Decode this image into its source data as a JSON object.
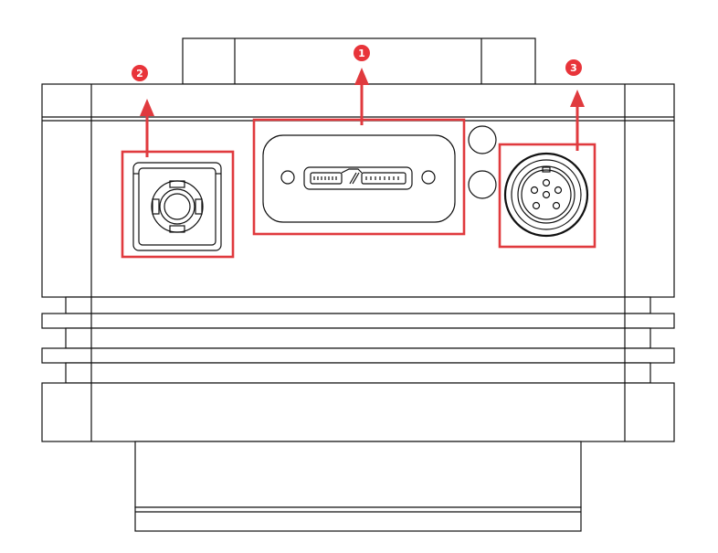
{
  "callouts": [
    {
      "id": "callout-1",
      "label": "1",
      "target": "usb-micro-b-port"
    },
    {
      "id": "callout-2",
      "label": "2",
      "target": "square-connector-port"
    },
    {
      "id": "callout-3",
      "label": "3",
      "target": "circular-6-pin-connector"
    }
  ],
  "colors": {
    "highlight": "#e03a3e",
    "badge": "#e8343a",
    "outline": "#111111",
    "background": "#ffffff"
  }
}
